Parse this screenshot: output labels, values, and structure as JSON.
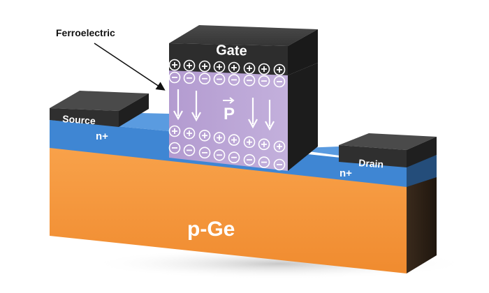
{
  "callout": {
    "label": "Ferroelectric"
  },
  "gate": {
    "label": "Gate",
    "charge_top": "+",
    "charge_bottom": "−"
  },
  "ferroelectric": {
    "polarization_label": "P",
    "arrow_direction": "down"
  },
  "source": {
    "label": "Source",
    "doping": "n+"
  },
  "drain": {
    "label": "Drain",
    "doping": "n+"
  },
  "substrate": {
    "label": "p-Ge"
  },
  "colors": {
    "substrate": "#f7983f",
    "diffusion": "#4a8fd8",
    "contact": "#3a3a3a",
    "ferroelectric": "#b9a3d3",
    "gate": "#3c3c3c"
  }
}
